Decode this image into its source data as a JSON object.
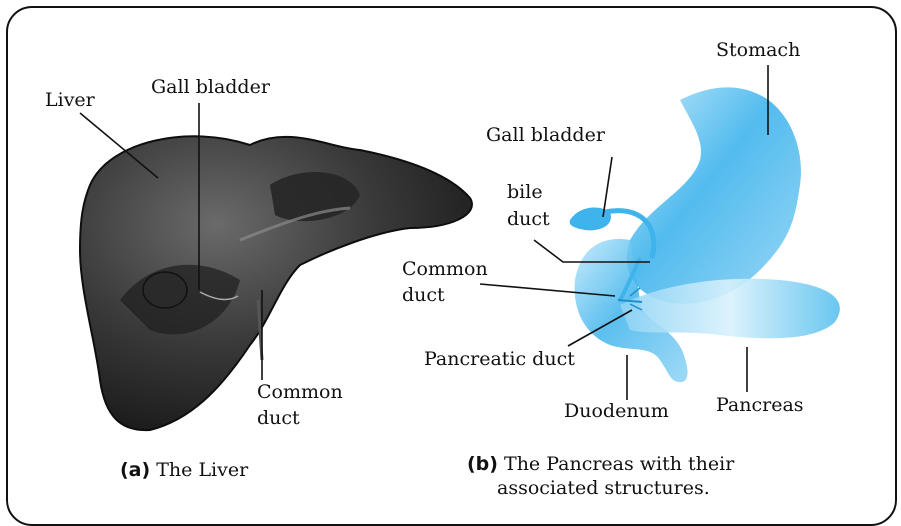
{
  "panel_a": {
    "labels": {
      "liver": "Liver",
      "gall_bladder": "Gall bladder",
      "common_duct_line1": "Common",
      "common_duct_line2": "duct"
    },
    "caption": {
      "prefix": "(a)",
      "text": "The Liver"
    }
  },
  "panel_b": {
    "labels": {
      "stomach": "Stomach",
      "gall_bladder": "Gall bladder",
      "bile_duct_line1": "bile",
      "bile_duct_line2": "duct",
      "common_duct_line1": "Common",
      "common_duct_line2": "duct",
      "pancreatic_duct": "Pancreatic duct",
      "duodenum": "Duodenum",
      "pancreas": "Pancreas"
    },
    "caption": {
      "prefix": "(b)",
      "text_line1": "The Pancreas with their",
      "text_line2": "associated structures."
    }
  },
  "colors": {
    "liver": "#2a2a2a",
    "organs": "#3fb4ec",
    "outline": "#111111"
  }
}
